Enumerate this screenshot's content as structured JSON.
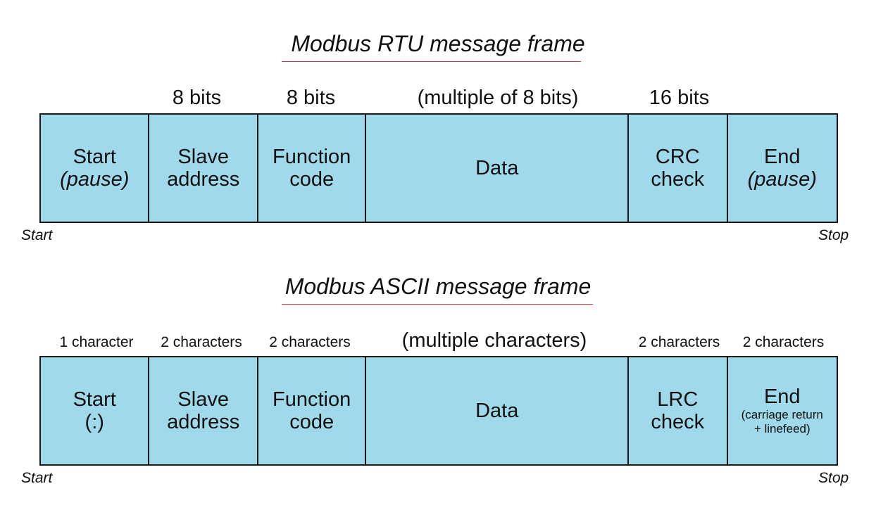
{
  "rtu": {
    "title": "Modbus RTU message frame",
    "sizes": [
      "",
      "8 bits",
      "8 bits",
      "(multiple of 8 bits)",
      "16 bits",
      ""
    ],
    "fields": [
      {
        "line1": "Start",
        "line2": "",
        "note": "(pause)",
        "sub1": "",
        "sub2": ""
      },
      {
        "line1": "Slave",
        "line2": "address",
        "note": "",
        "sub1": "",
        "sub2": ""
      },
      {
        "line1": "Function",
        "line2": "code",
        "note": "",
        "sub1": "",
        "sub2": ""
      },
      {
        "line1": "Data",
        "line2": "",
        "note": "",
        "sub1": "",
        "sub2": ""
      },
      {
        "line1": "CRC",
        "line2": "check",
        "note": "",
        "sub1": "",
        "sub2": ""
      },
      {
        "line1": "End",
        "line2": "",
        "note": "(pause)",
        "sub1": "",
        "sub2": ""
      }
    ],
    "start_label": "Start",
    "stop_label": "Stop"
  },
  "ascii": {
    "title": "Modbus ASCII message frame",
    "sizes": [
      "1 character",
      "2 characters",
      "2 characters",
      "(multiple characters)",
      "2 characters",
      "2 characters"
    ],
    "fields": [
      {
        "line1": "Start",
        "line2": "(:)",
        "note": "",
        "sub1": "",
        "sub2": ""
      },
      {
        "line1": "Slave",
        "line2": "address",
        "note": "",
        "sub1": "",
        "sub2": ""
      },
      {
        "line1": "Function",
        "line2": "code",
        "note": "",
        "sub1": "",
        "sub2": ""
      },
      {
        "line1": "Data",
        "line2": "",
        "note": "",
        "sub1": "",
        "sub2": ""
      },
      {
        "line1": "LRC",
        "line2": "check",
        "note": "",
        "sub1": "",
        "sub2": ""
      },
      {
        "line1": "End",
        "line2": "",
        "note": "",
        "sub1": "(carriage return",
        "sub2": "+ linefeed)"
      }
    ],
    "start_label": "Start",
    "stop_label": "Stop"
  },
  "colors": {
    "field_fill": "#9fd9ea",
    "border": "#1a1a1a",
    "title_rule": "#d9363e"
  }
}
